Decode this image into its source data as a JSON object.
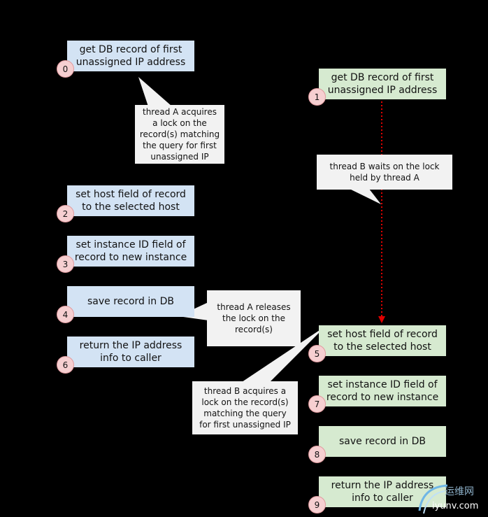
{
  "thread_a": {
    "steps": [
      {
        "num": "0",
        "label": "get DB record of first\nunassigned IP address"
      },
      {
        "num": "2",
        "label": "set host field of record\nto the selected host"
      },
      {
        "num": "3",
        "label": "set instance ID field of\nrecord to new instance"
      },
      {
        "num": "4",
        "label": "save record in DB"
      },
      {
        "num": "6",
        "label": "return the IP address\ninfo to caller"
      }
    ]
  },
  "thread_b": {
    "steps": [
      {
        "num": "1",
        "label": "get DB record of first\nunassigned IP address"
      },
      {
        "num": "5",
        "label": "set host field of record\nto the selected host"
      },
      {
        "num": "7",
        "label": "set instance ID field of\nrecord to new instance"
      },
      {
        "num": "8",
        "label": "save record in DB"
      },
      {
        "num": "9",
        "label": "return the IP address\ninfo to caller"
      }
    ]
  },
  "notes": {
    "a_acquires": "thread A acquires\na lock on the\nrecord(s) matching\nthe query for first\nunassigned IP",
    "b_waits": "thread B waits on the lock\nheld by thread A",
    "a_releases": "thread A releases\nthe lock on the\nrecord(s)",
    "b_acquires": "thread B acquires a\nlock on the record(s)\nmatching the query\nfor first unassigned IP"
  },
  "colors": {
    "thread_a_box": "#d3e3f4",
    "thread_b_box": "#d6ead0",
    "step_circle": "#f6cfd1",
    "wait_arrow": "#e00000",
    "note": "#f2f2f2"
  },
  "watermark": {
    "brand": "运维网",
    "site": "iyunv.com"
  }
}
